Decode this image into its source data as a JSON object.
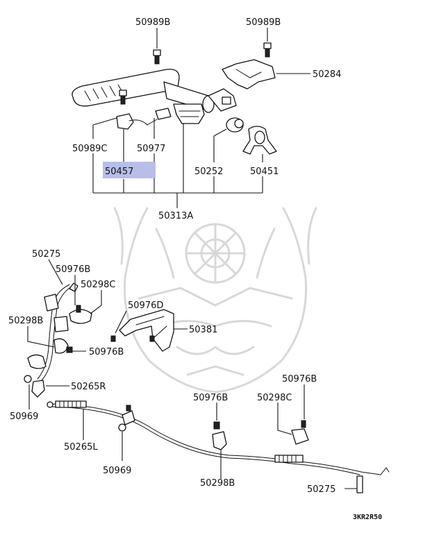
{
  "labels": {
    "p50989b_l": "50989B",
    "p50989b_r": "50989B",
    "p50284": "50284",
    "p50989c": "50989C",
    "p50977": "50977",
    "p50457": "50457",
    "p50252": "50252",
    "p50451": "50451",
    "p50313a": "50313A",
    "p50275_top": "50275",
    "p50976b_1": "50976B",
    "p50298c_1": "50298C",
    "p50298b_1": "50298B",
    "p50976d": "50976D",
    "p50381": "50381",
    "p50976b_2": "50976B",
    "p50265r": "50265R",
    "p50969_1": "50969",
    "p50976b_3": "50976B",
    "p50976b_4": "50976B",
    "p50298c_2": "50298C",
    "p50265l": "50265L",
    "p50969_2": "50969",
    "p50298b_2": "50298B",
    "p50275_bot": "50275"
  },
  "diagram_code": "3KR2R50",
  "highlight_color": "#b8bee8"
}
